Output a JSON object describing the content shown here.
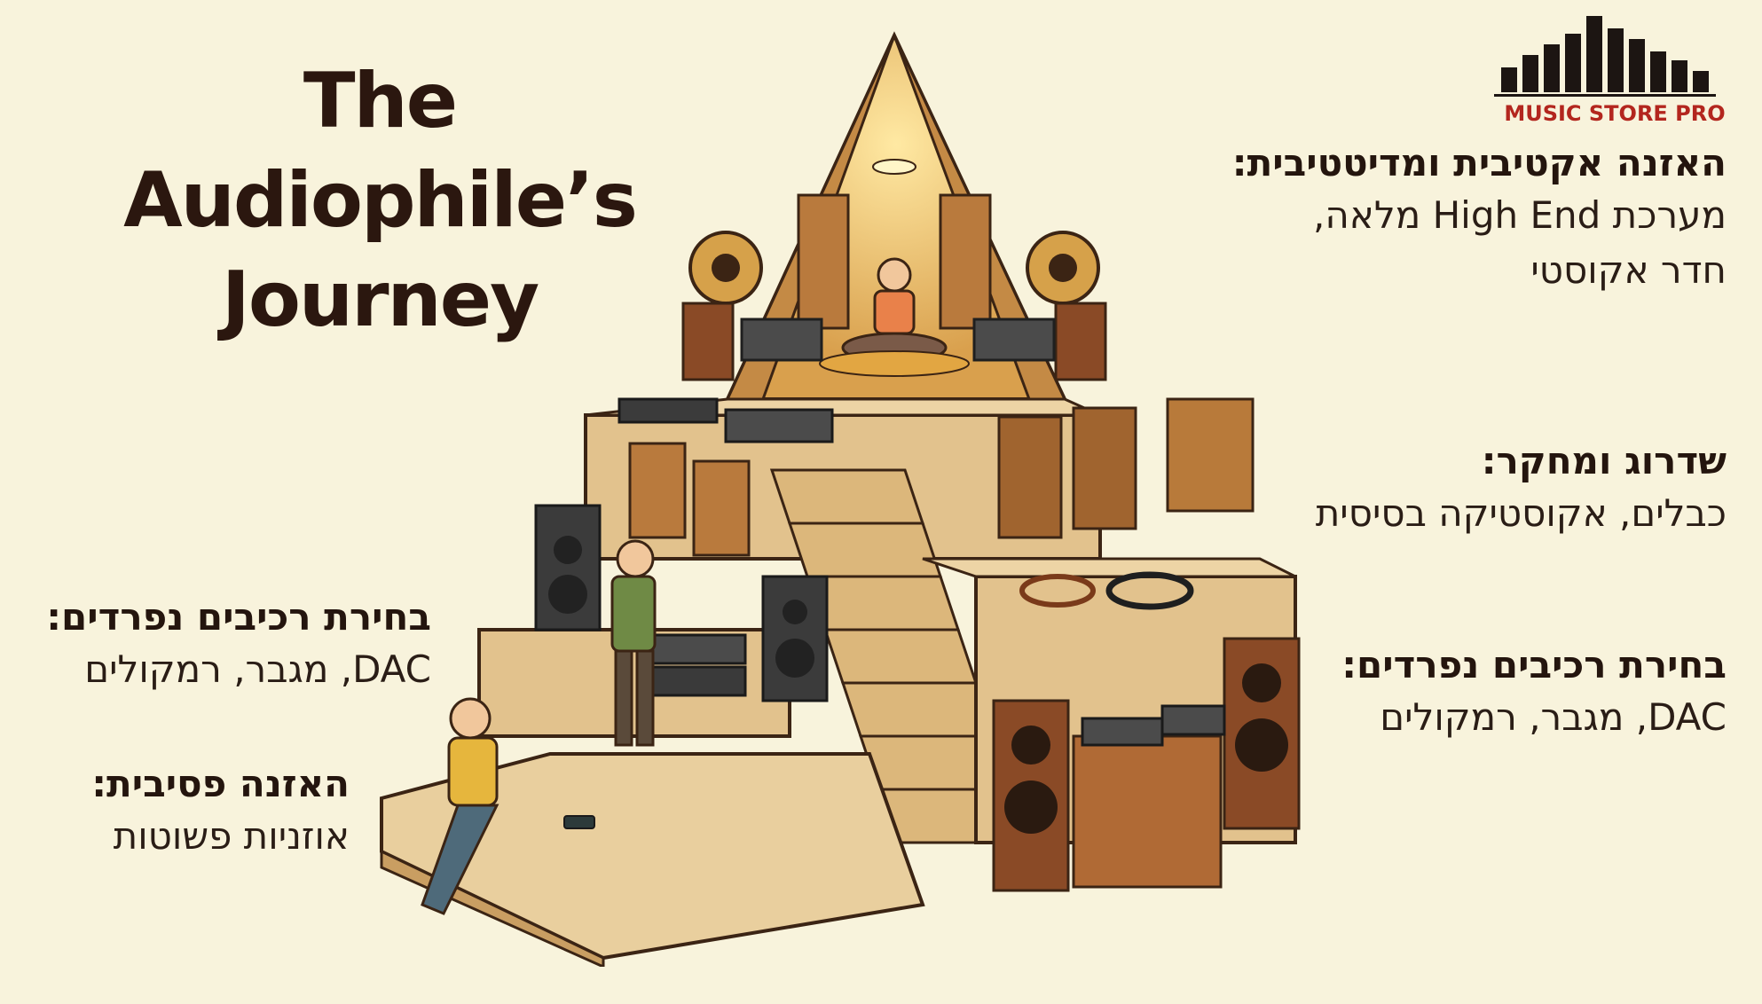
{
  "title": {
    "line1": "The Audiophile’s",
    "line2": "Journey"
  },
  "logo": {
    "text": "MUSIC STORE PRO",
    "color": "#b3261e",
    "icon": "equalizer-bars-icon"
  },
  "labels": {
    "top": {
      "heading": "האזנה אקטיבית ומדיטטיבית:",
      "line1": "מערכת High End מלאה,",
      "line2": "חדר אקוסטי"
    },
    "mid": {
      "heading": "שדרוג ומחקר:",
      "line1": "כבלים, אקוסטיקה בסיסית"
    },
    "right": {
      "heading": "בחירת רכיבים נפרדים:",
      "line1": "DAC, מגבר, רמקולים"
    },
    "left": {
      "heading": "בחירת רכיבים נפרדים:",
      "line1": "DAC, מגבר, רמקולים"
    },
    "bottom": {
      "heading": "האזנה פסיבית:",
      "line1": "אוזניות פשוטות"
    }
  },
  "colors": {
    "background": "#f8f3dc",
    "stone": "#e2c28d",
    "stone_dark": "#c99e62",
    "wood": "#8a4a26",
    "glow": "#ffd977"
  }
}
